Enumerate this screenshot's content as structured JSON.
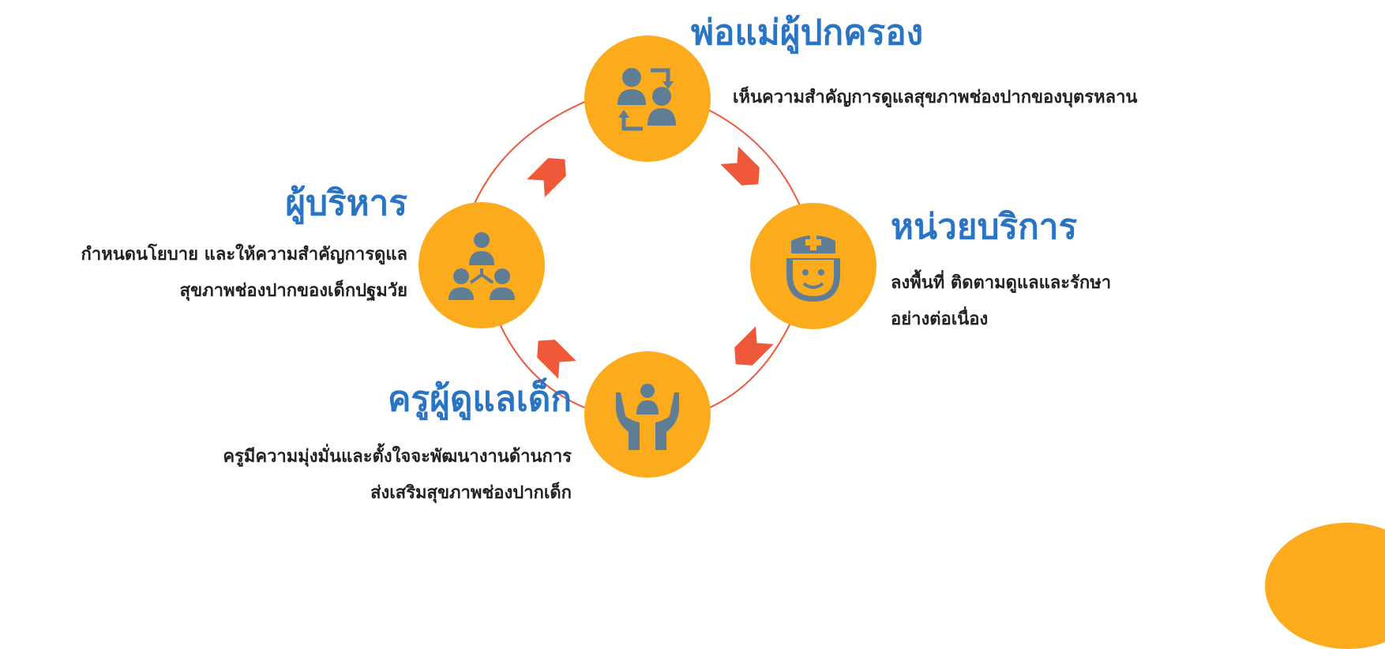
{
  "colors": {
    "circle": "#fbab1c",
    "icon": "#5f7e96",
    "title": "#2a74c5",
    "text": "#222222",
    "arrow": "#f0583a"
  },
  "nodes": {
    "parents": {
      "title": "พ่อแม่ผู้ปกครอง",
      "description": "เห็นความสำคัญการดูแลสุขภาพช่องปากของบุตรหลาน",
      "icon": "people-exchange-icon"
    },
    "service": {
      "title": "หน่วยบริการ",
      "description_lines": [
        "ลงพื้นที่ ติดตามดูแลและรักษา",
        "อย่างต่อเนื่อง"
      ],
      "icon": "nurse-icon"
    },
    "teacher": {
      "title": "ครูผู้ดูแลเด็ก",
      "description_lines": [
        "ครูมีความมุ่งมั่นและตั้งใจจะพัฒนางานด้านการ",
        "ส่งเสริมสุขภาพช่องปากเด็ก"
      ],
      "icon": "hands-care-icon"
    },
    "admin": {
      "title": "ผู้บริหาร",
      "description_lines": [
        "กำหนดนโยบาย และให้ความสำคัญการดูแล",
        "สุขภาพช่องปากของเด็กปฐมวัย"
      ],
      "icon": "team-hierarchy-icon"
    }
  }
}
